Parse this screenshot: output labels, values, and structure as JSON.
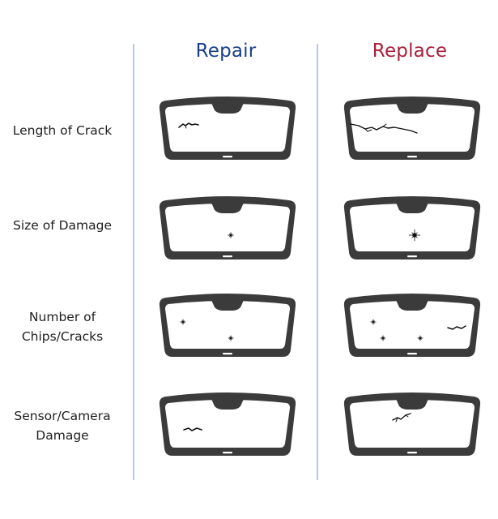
{
  "header": {
    "repair_title": "Repair",
    "replace_title": "Replace"
  },
  "colors": {
    "repair": "#1a3f8f",
    "replace": "#a8203a",
    "divider": "#b7c7e8",
    "frame": "#3b3b3b",
    "damage": "#111111"
  },
  "rows": [
    {
      "label_lines": [
        "Length of Crack"
      ],
      "repair": "short crack",
      "replace": "long crack"
    },
    {
      "label_lines": [
        "Size of Damage"
      ],
      "repair": "small chip",
      "replace": "large chip"
    },
    {
      "label_lines": [
        "Number of",
        "Chips/Cracks"
      ],
      "repair": "two chips",
      "replace": "three chips and a crack"
    },
    {
      "label_lines": [
        "Sensor/Camera",
        "Damage"
      ],
      "repair": "crack away from sensor",
      "replace": "crack at sensor"
    }
  ]
}
